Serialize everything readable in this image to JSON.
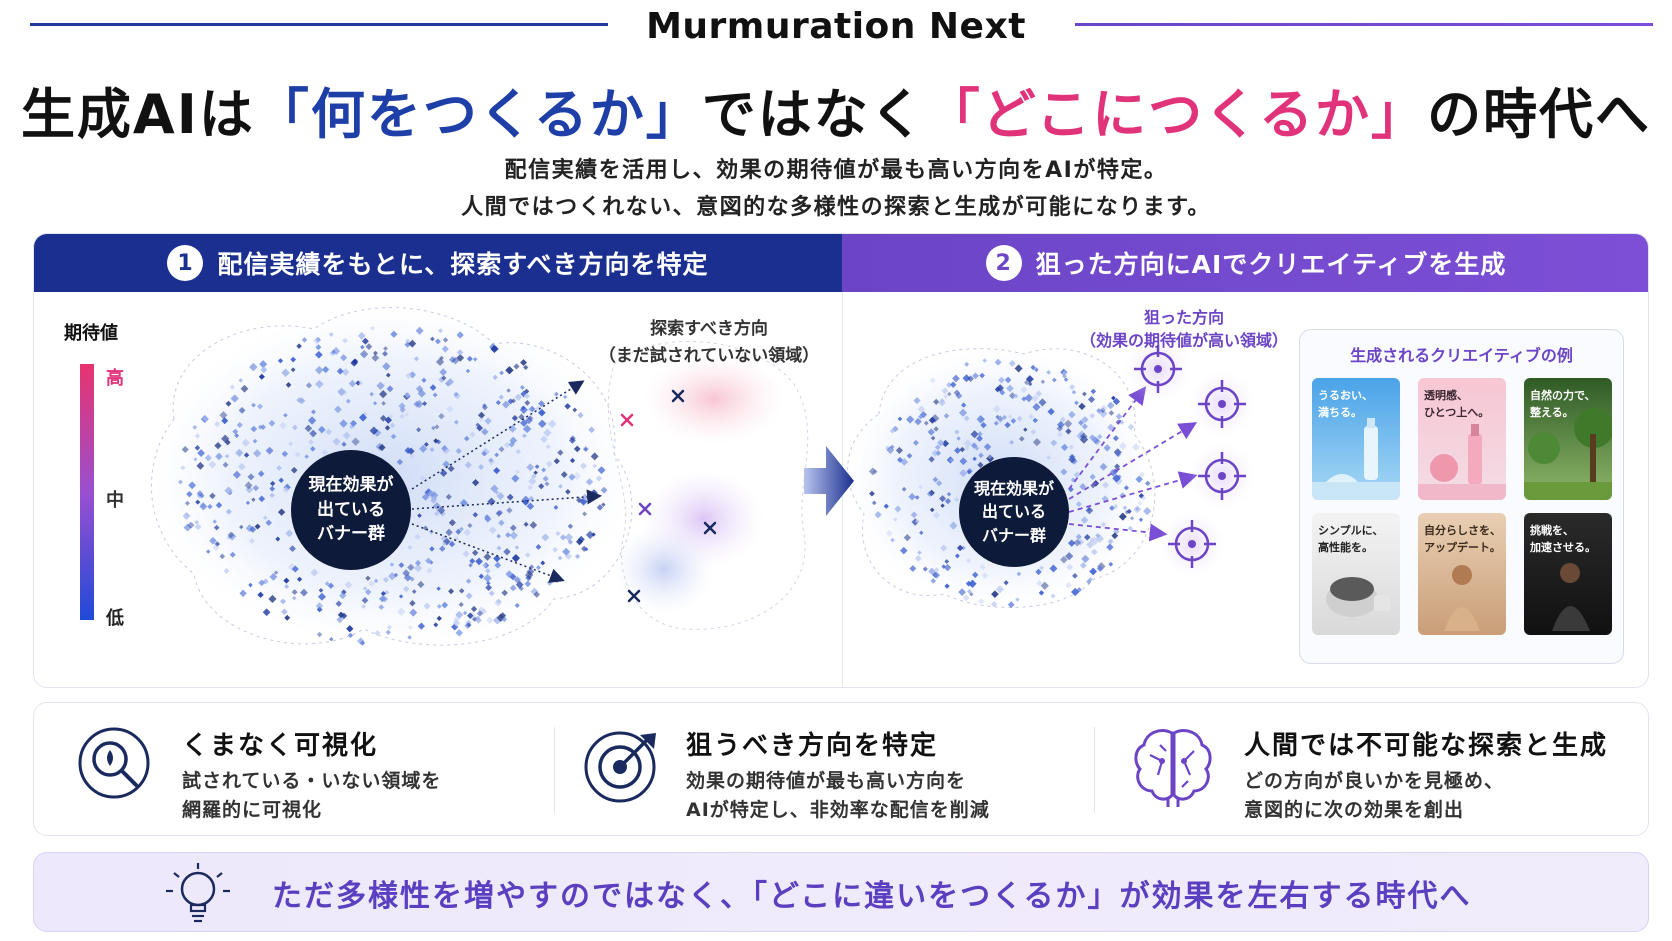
{
  "brand": "Murmuration Next",
  "headline": {
    "prefix": "生成AIは",
    "phrase_what": "「何をつくるか」",
    "middle": "ではなく",
    "phrase_where": "「どこにつくるか」",
    "suffix": "の時代へ"
  },
  "subcopy": {
    "line1": "配信実績を活用し、効果の期待値が最も高い方向をAIが特定。",
    "line2": "人間ではつくれない、意図的な多様性の探索と生成が可能になります。"
  },
  "step1": {
    "number": "1",
    "title": "配信実績をもとに、探索すべき方向を特定",
    "legend_title": "期待値",
    "legend_high": "高",
    "legend_mid": "中",
    "legend_low": "低",
    "center_label": "現在効果が\n出ている\nバナー群",
    "explore_label_1": "探索すべき方向",
    "explore_label_2": "（まだ試されていない領域）"
  },
  "step2": {
    "number": "2",
    "title": "狙った方向にAIでクリエイティブを生成",
    "center_label": "現在効果が\n出ている\nバナー群",
    "target_label_1": "狙った方向",
    "target_label_2": "（効果の期待値が高い領域）",
    "creatives_title": "生成されるクリエイティブの例",
    "creatives": [
      {
        "text": "うるおい、\n満ちる。",
        "theme": "blue"
      },
      {
        "text": "透明感、\nひとつ上へ。",
        "theme": "pink"
      },
      {
        "text": "自然の力で、\n整える。",
        "theme": "green"
      },
      {
        "text": "シンプルに、\n高性能を。",
        "theme": "gray"
      },
      {
        "text": "自分らしさを、\nアップデート。",
        "theme": "beige"
      },
      {
        "text": "挑戦を、\n加速させる。",
        "theme": "dark"
      }
    ]
  },
  "features": [
    {
      "icon": "magnifier-icon",
      "title": "くまなく可視化",
      "desc1": "試されている・いない領域を",
      "desc2": "網羅的に可視化"
    },
    {
      "icon": "target-icon",
      "title": "狙うべき方向を特定",
      "desc1": "効果の期待値が最も高い方向を",
      "desc2": "AIが特定し、非効率な配信を削減"
    },
    {
      "icon": "brain-icon",
      "title": "人間では不可能な探索と生成",
      "desc1": "どの方向が良いかを見極め、",
      "desc2": "意図的に次の効果を創出"
    }
  ],
  "banner": {
    "text": "ただ多様性を増やすのではなく、「どこに違いをつくるか」が効果を左右する時代へ"
  },
  "colors": {
    "navy": "#1a2f8f",
    "purple": "#6b45c6",
    "pink": "#e0337a",
    "blue_text": "#1e3fa8"
  }
}
